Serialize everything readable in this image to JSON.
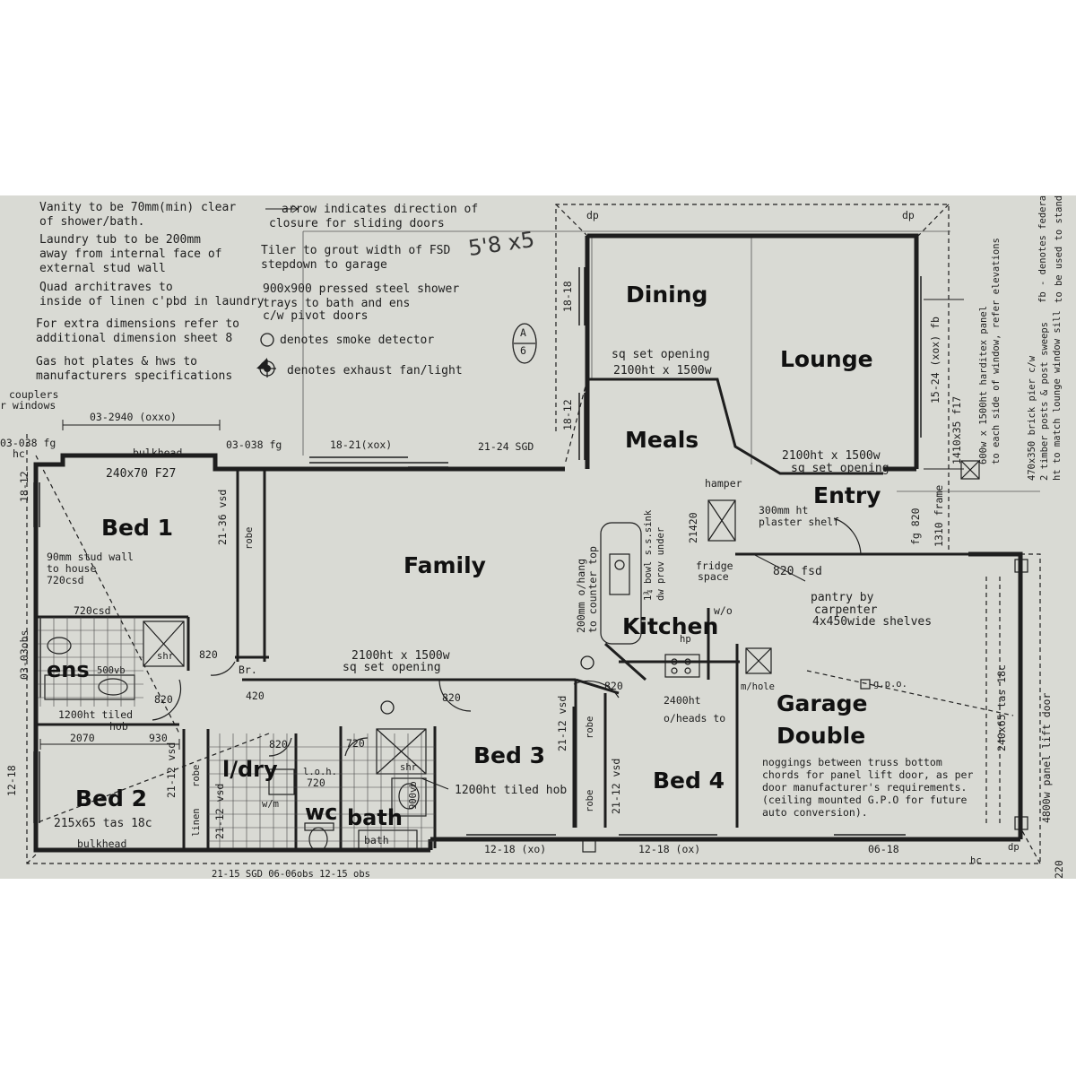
{
  "notes": {
    "left": [
      "Vanity to be 70mm(min) clear",
      "of shower/bath.",
      "Laundry tub to be 200mm",
      "away from internal face of",
      "external stud wall",
      "Quad architraves to",
      "inside of linen c'pbd in laundry",
      "For extra dimensions refer to",
      "additional dimension sheet 8",
      "Gas hot plates & hws to",
      "manufacturers specifications"
    ],
    "middle": [
      "arrow indicates direction of",
      "closure for sliding doors",
      "Tiler to grout width of FSD",
      "stepdown to garage",
      "900x900 pressed steel shower",
      "trays to bath and ens",
      "c/w pivot doors",
      "denotes smoke detector",
      "denotes exhaust fan/light"
    ],
    "right_edge": [
      "fb - denotes federal",
      "to be used to standard"
    ],
    "handwritten": "5'8 x5",
    "section_mark": {
      "top": "A",
      "bottom": "6"
    }
  },
  "rooms": {
    "dining": "Dining",
    "lounge": "Lounge",
    "meals": "Meals",
    "entry": "Entry",
    "family": "Family",
    "kitchen": "Kitchen",
    "bed1": "Bed 1",
    "bed2": "Bed 2",
    "bed3": "Bed 3",
    "bed4": "Bed 4",
    "ens": "ens",
    "ldry": "l/dry",
    "wc": "wc",
    "bath": "bath",
    "garage": "Garage",
    "garage2": "Double",
    "br": "Br."
  },
  "labels": {
    "couplers": "couplers",
    "r_windows": "r windows",
    "w1": "03-2940 (oxxo)",
    "w2": "03-038 fg",
    "w3": "03-038 fg",
    "w4": "18-21(xox)",
    "sgd": "21-24 SGD",
    "dp1": "dp",
    "dp2": "dp",
    "bulkhead1": "bulkhead",
    "beam": "240x70 F27",
    "hc1": "hc",
    "w_bed1_side": "18-12",
    "stud_wall_1": "90mm stud wall",
    "stud_wall_2": "to house",
    "stud_wall_3": "720csd",
    "csd720": "720csd",
    "vsd_bed1": "21-36 vsd",
    "robe1": "robe",
    "w_ens_side": "03-03obs",
    "d820a": "820",
    "shr1": "shr",
    "vb500": "500vb",
    "d820b": "820",
    "d420": "420",
    "d820c": "820",
    "tiled_hob1": "1200ht tiled",
    "tiled_hob1b": "hob",
    "dim2070": "2070",
    "dim930": "930",
    "vsd_bed2": "21-12 vsd",
    "robe2": "robe",
    "linen": "linen",
    "vsd_ldry": "21-12 vsd",
    "d820d": "820",
    "d720a": "720",
    "loh": "l.o.h.",
    "d720b": "720",
    "wm": "w/m",
    "shr2": "shr",
    "vb900": "900vb",
    "tiled_hob2": "1200ht tiled hob",
    "bath_tub": "bath",
    "w_bed2_side": "12-18",
    "beam2": "215x65 tas 18c",
    "bulkhead2": "bulkhead",
    "bottom_cut": "21-15 SGD  06-06obs  12-15 obs",
    "opening1a": "2100ht x 1500w",
    "opening1b": "sq set opening",
    "w_bed3": "12-18 (xo)",
    "w_bed4": "12-18 (ox)",
    "w_garage": "06-18",
    "hc2": "hc",
    "dp3": "dp",
    "vsd_bed3": "21-12 vsd",
    "robe3": "robe",
    "robe4": "robe",
    "vsd_bed4": "21-12 vsd",
    "d820e": "820",
    "oh2400a": "2400ht",
    "oh2400b": "o/heads to",
    "mhole": "m/hole",
    "gpo": "g.p.o.",
    "garage_note": [
      "noggings between truss bottom",
      "chords for panel lift door, as per",
      "door manufacturer's requirements.",
      "(ceiling mounted G.P.O for future",
      "auto conversion)."
    ],
    "beam3": "240x65 tas 18c",
    "panel_door": "4800w panel lift door",
    "dim220": "220",
    "w_dining": "18-18",
    "w_meals": "18-12",
    "sq_open_a": "sq set opening",
    "sq_open_b": "2100ht x 1500w",
    "open_entry_a": "2100ht x 1500w",
    "open_entry_b": "sq set opening",
    "w_lounge": "15-24 (xox) fb",
    "w_side": "1410x35 f17",
    "fg820": "fg 820",
    "frame1310": "1310 frame",
    "hamper": "hamper",
    "shelf_a": "300mm ht",
    "shelf_b": "plaster shelf",
    "d2420": "21420",
    "fridge_a": "fridge",
    "fridge_b": "space",
    "fsd820": "820 fsd",
    "pantry_a": "pantry by",
    "pantry_b": "carpenter",
    "pantry_c": "4x450wide shelves",
    "wo": "w/o",
    "hp": "hp",
    "counter_a": "200mm o/hang",
    "counter_b": "to counter top",
    "sink_a": "1¾ bowl s.s.sink",
    "sink_b": "dw prov under",
    "rnote1": "600w x 1500ht harditex panel",
    "rnote2": "to each side of window, refer elevations",
    "rnote3": "470x350 brick pier c/w",
    "rnote4": "2 timber posts & post sweeps",
    "rnote5": "ht to match lounge window sill"
  }
}
